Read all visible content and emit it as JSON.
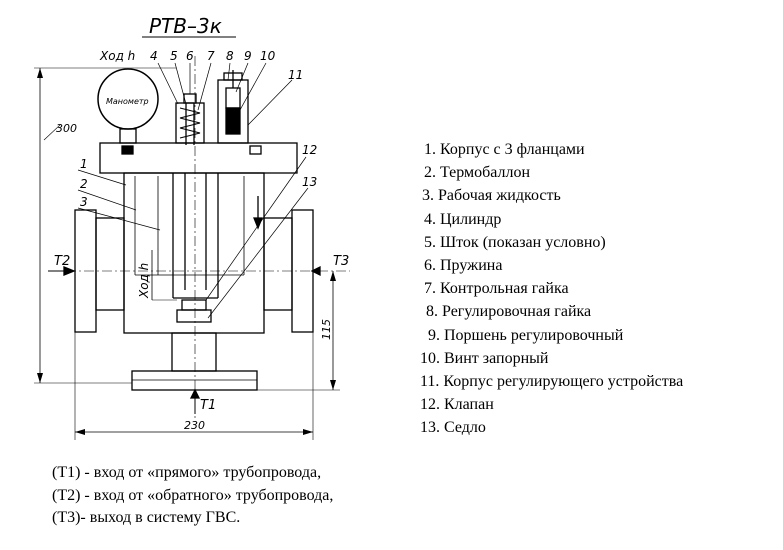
{
  "diagram": {
    "title": "РТВ–3к",
    "manometer_label": "Манометр",
    "stroke_label_top": "Ход h",
    "stroke_label_side": "Ход h",
    "callouts": [
      "1",
      "2",
      "3",
      "4",
      "5",
      "6",
      "7",
      "8",
      "9",
      "10",
      "11",
      "12",
      "13"
    ],
    "dimensions": {
      "overall_height": "300",
      "base_height": "115",
      "overall_width": "230"
    },
    "ports": {
      "t1": "T1",
      "t2": "T2",
      "t3": "T3"
    }
  },
  "legend": [
    "1. Корпус с 3 фланцами",
    "2. Термобаллон",
    "3. Рабочая жидкость",
    "4. Цилиндр",
    "5. Шток  (показан условно)",
    "6. Пружина",
    "7. Контрольная гайка",
    "8. Регулировочная гайка",
    "9. Поршень регулировочный",
    "10. Винт запорный",
    "11. Корпус регулирующего устройства",
    "12. Клапан",
    "13. Седло"
  ],
  "notes": [
    "(Т1) - вход от «прямого» трубопровода,",
    "(Т2) - вход от «обратного» трубопровода,",
    "(Т3)- выход в систему ГВС."
  ]
}
